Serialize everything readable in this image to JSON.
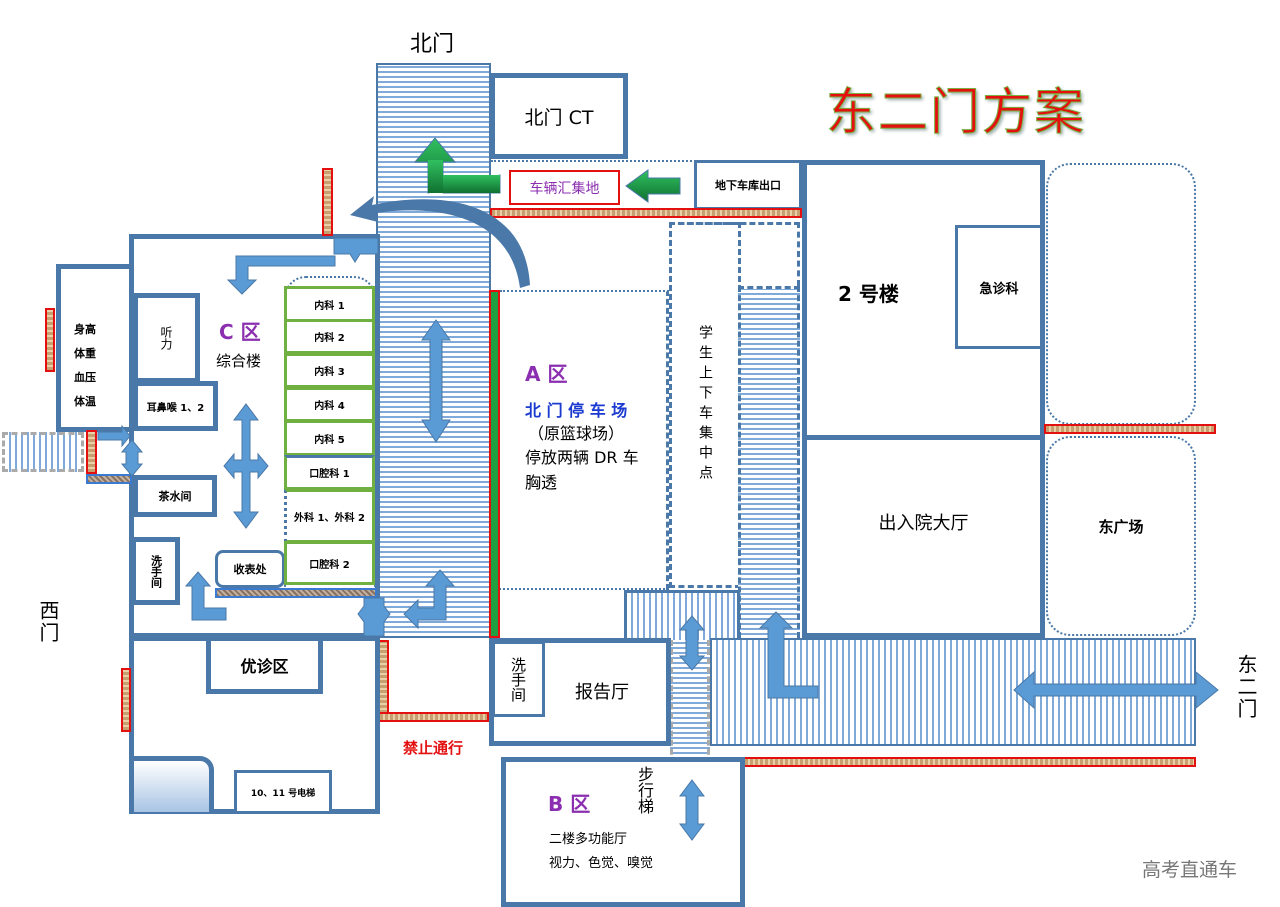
{
  "title": "东二门方案",
  "watermark": "高考直通车",
  "gates": {
    "north": "北门",
    "west": "西门",
    "east2": "东二门"
  },
  "buildings": {
    "north_ct": "北门 CT",
    "vehicle_gather": "车辆汇集地",
    "underground_exit": "地下车库出口",
    "building2": "2 号楼",
    "emergency": "急诊科",
    "admission_hall": "出入院大厅",
    "east_square": "东广场",
    "restroom_b": "洗手间",
    "report_hall": "报告厅",
    "walking_stairs": "步行梯",
    "no_entry": "禁止通行",
    "vip_area": "优诊区",
    "elevator": "10、11 号电梯"
  },
  "zone_a": {
    "name": "A 区",
    "subtitle": "北 门 停 车 场",
    "note1": "（原篮球场）",
    "note2": "停放两辆 DR 车",
    "note3": "胸透"
  },
  "student_point": "学生上下车集中点",
  "zone_b": {
    "name": "B 区",
    "line1": "二楼多功能厅",
    "line2": "视力、色觉、嗅觉"
  },
  "zone_c": {
    "name": "C 区",
    "building": "综合楼",
    "body_checks": [
      "身高",
      "体重",
      "血压",
      "体温"
    ],
    "hearing": "听力",
    "ent": "耳鼻喉 1、2",
    "tea_room": "茶水间",
    "restroom": "洗手间",
    "form_collection": "收表处",
    "clinics": [
      "内科 1",
      "内科 2",
      "内科 3",
      "内科 4",
      "内科 5",
      "口腔科 1",
      "外科 1、外科 2",
      "口腔科 2"
    ]
  },
  "colors": {
    "wall": "#4a78a8",
    "arrow": "#5b9bd5",
    "green_arrow": "#1a9a40",
    "barrier_border": "#e41010",
    "zone_label": "#8b2fb0",
    "parking_label": "#1a3ad0",
    "title": "#e41010"
  }
}
